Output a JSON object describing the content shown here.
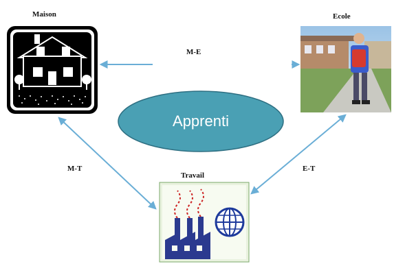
{
  "nodes": {
    "home": {
      "label": "Maison",
      "icon": "house-icon"
    },
    "school": {
      "label": "Ecole",
      "icon": "schoolboy-photo"
    },
    "work": {
      "label": "Travail",
      "icon": "factory-globe-icon"
    },
    "center": {
      "label": "Apprenti"
    }
  },
  "edges": {
    "home_school": {
      "label": "M-E"
    },
    "home_work": {
      "label": "M-T"
    },
    "school_work": {
      "label": "E-T"
    }
  },
  "colors": {
    "ellipse_fill": "#4aa0b4",
    "ellipse_stroke": "#2e6f82",
    "arrow": "#6aaed6",
    "house_bg": "#000000",
    "factory_green": "#2f6e3a",
    "globe_blue": "#1e3a9c"
  }
}
